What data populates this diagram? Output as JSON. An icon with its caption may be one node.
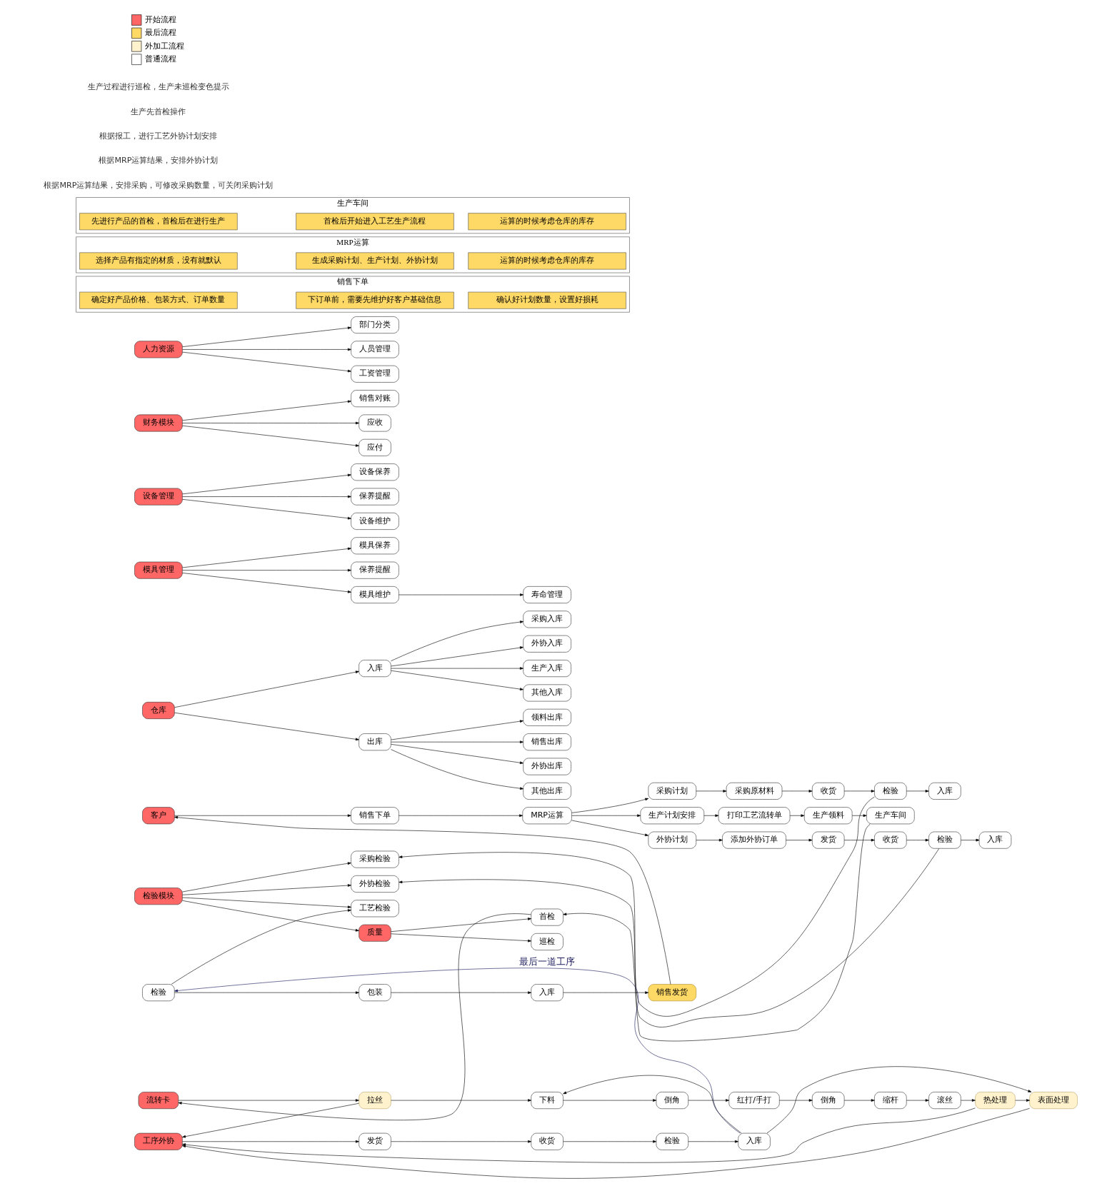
{
  "diagram": {
    "nodes": [
      {
        "text": [
          "客户"
        ]
      },
      {
        "text": [
          "销售下单"
        ]
      },
      {
        "text": [
          "MRP运算"
        ]
      },
      {
        "text": [
          "采购计划"
        ]
      },
      {
        "text": [
          "采购原材料"
        ]
      },
      {
        "text": [
          "收货"
        ]
      },
      {
        "text": [
          "检验"
        ]
      },
      {
        "text": [
          "入库"
        ]
      },
      {
        "text": [
          "生产计划安排"
        ]
      },
      {
        "text": [
          "打印工艺流转单"
        ]
      },
      {
        "text": [
          "生产领料"
        ]
      },
      {
        "text": [
          "生产车间"
        ]
      },
      {
        "text": [
          "外协计划"
        ]
      },
      {
        "text": [
          "添加外协订单"
        ]
      },
      {
        "text": [
          "发货"
        ]
      },
      {
        "text": [
          "收货"
        ]
      },
      {
        "text": [
          "检验"
        ]
      },
      {
        "text": [
          "入库"
        ]
      },
      {
        "text": [
          "工序外协"
        ]
      },
      {
        "text": [
          "发货"
        ]
      },
      {
        "text": [
          "收货"
        ]
      },
      {
        "text": [
          "检验"
        ]
      },
      {
        "text": [
          "入库"
        ]
      },
      {
        "text": [
          "流转卡"
        ]
      },
      {
        "text": [
          "拉丝"
        ]
      },
      {
        "text": [
          "下料"
        ]
      },
      {
        "text": [
          "倒角"
        ]
      },
      {
        "text": [
          "红打/手打"
        ]
      },
      {
        "text": [
          "倒角"
        ]
      },
      {
        "text": [
          "缩杆"
        ]
      },
      {
        "text": [
          "滚丝"
        ]
      },
      {
        "text": [
          "热处理"
        ]
      },
      {
        "text": [
          "表面处理"
        ]
      },
      {
        "text": [
          "检验"
        ]
      },
      {
        "text": [
          "包装"
        ]
      },
      {
        "text": [
          "入库"
        ]
      },
      {
        "text": [
          "销售发货"
        ]
      },
      {
        "text": [
          "采购检验"
        ]
      },
      {
        "text": [
          "检验模块"
        ]
      },
      {
        "text": [
          "外协检验"
        ]
      },
      {
        "text": [
          "工艺检验"
        ]
      },
      {
        "text": [
          "采购入库"
        ]
      },
      {
        "text": [
          "外协入库"
        ]
      },
      {
        "text": [
          "生产入库"
        ]
      },
      {
        "text": [
          "其他入库"
        ]
      },
      {
        "text": [
          "首检"
        ]
      },
      {
        "text": [
          "质量"
        ]
      },
      {
        "text": [
          "巡检"
        ]
      },
      {
        "text": [
          "仓库"
        ]
      },
      {
        "text": [
          "入库"
        ]
      },
      {
        "text": [
          "出库"
        ]
      },
      {
        "text": [
          "领料出库"
        ]
      },
      {
        "text": [
          "销售出库"
        ]
      },
      {
        "text": [
          "外协出库"
        ]
      },
      {
        "text": [
          "其他出库"
        ]
      },
      {
        "text": [
          "模具保养"
        ]
      },
      {
        "text": [
          "模具管理"
        ]
      },
      {
        "text": [
          "保养提醒"
        ]
      },
      {
        "text": [
          "寿命管理"
        ]
      },
      {
        "text": [
          "模具维护"
        ]
      },
      {
        "text": [
          "设备保养"
        ]
      },
      {
        "text": [
          "设备管理"
        ]
      },
      {
        "text": [
          "保养提醒"
        ]
      },
      {
        "text": [
          "设备维护"
        ]
      },
      {
        "text": [
          "销售对账"
        ]
      },
      {
        "text": [
          "财务模块"
        ]
      },
      {
        "text": [
          "应收"
        ]
      },
      {
        "text": [
          "应付"
        ]
      },
      {
        "text": [
          "部门分类"
        ]
      },
      {
        "text": [
          "人力资源"
        ]
      },
      {
        "text": [
          "人员管理"
        ]
      },
      {
        "text": [
          "工资管理"
        ]
      },
      {
        "text": [
          "销售下单"
        ]
      },
      {
        "text": [
          "确定好产品价格、包装方式、订单数量"
        ],
        "in": 72
      },
      {
        "text": [
          "下订单前，需要先维护好客户基础信息"
        ],
        "in": 72
      },
      {
        "text": [
          "确认好计划数量，设置好损耗"
        ],
        "in": 72
      },
      {
        "text": [
          "MRP运算"
        ]
      },
      {
        "text": [
          "选择产品有指定的材质，没有就默认"
        ],
        "in": 76
      },
      {
        "text": [
          "生成采购计划、生产计划、外协计划"
        ],
        "in": 76
      },
      {
        "text": [
          "运算的时候考虑仓库的库存"
        ],
        "in": 76
      },
      {
        "text": [
          "生产车间"
        ]
      },
      {
        "text": [
          "先进行产品的首检，首检后在进行生产"
        ],
        "in": 80
      },
      {
        "text": [
          "首检后开始进入工艺生产流程"
        ],
        "in": 80
      },
      {
        "text": [
          "运算的时候考虑仓库的库存"
        ],
        "in": 80
      }
    ],
    "edges": [
      {
        "from": 0,
        "to": 1,
        "arrow": "to"
      },
      {
        "from": 1,
        "to": 2,
        "arrow": "to"
      },
      {
        "from": 2,
        "to": 3,
        "arrow": "to"
      },
      {
        "from": 2,
        "to": 8,
        "arrow": "to"
      },
      {
        "from": 2,
        "to": 12,
        "arrow": "to"
      },
      {
        "from": 3,
        "to": 4,
        "arrow": "to"
      },
      {
        "from": 4,
        "to": 5,
        "arrow": "to"
      },
      {
        "from": 5,
        "to": 6,
        "arrow": "to"
      },
      {
        "from": 6,
        "to": 7,
        "arrow": "to"
      },
      {
        "from": 8,
        "to": 9,
        "arrow": "to"
      },
      {
        "from": 9,
        "to": 10,
        "arrow": "to"
      },
      {
        "from": 10,
        "to": 11,
        "arrow": "to"
      },
      {
        "from": 12,
        "to": 13,
        "arrow": "to"
      },
      {
        "from": 13,
        "to": 14,
        "arrow": "to"
      },
      {
        "from": 14,
        "to": 15,
        "arrow": "to"
      },
      {
        "from": 15,
        "to": 16,
        "arrow": "to"
      },
      {
        "from": 16,
        "to": 17,
        "arrow": "to"
      },
      {
        "from": 6,
        "to": 37,
        "arrow": "to"
      },
      {
        "from": 16,
        "to": 39,
        "arrow": "to"
      },
      {
        "from": 11,
        "to": 45,
        "arrow": "to"
      },
      {
        "from": 18,
        "to": 19,
        "arrow": "to"
      },
      {
        "from": 19,
        "to": 20,
        "arrow": "to"
      },
      {
        "from": 20,
        "to": 21,
        "arrow": "to"
      },
      {
        "from": 21,
        "to": 22,
        "arrow": "to"
      },
      {
        "from": 22,
        "to": 25,
        "arrow": "to"
      },
      {
        "from": 22,
        "to": 32,
        "arrow": "to"
      },
      {
        "from": 22,
        "to": 33,
        "arrow": "to",
        "label": "最后一道工序",
        "color": "#1a1a5c"
      },
      {
        "from": 23,
        "to": 24,
        "arrow": "to"
      },
      {
        "from": 24,
        "to": 25,
        "arrow": "to"
      },
      {
        "from": 25,
        "to": 26,
        "arrow": "to"
      },
      {
        "from": 26,
        "to": 27,
        "arrow": "to"
      },
      {
        "from": 27,
        "to": 28,
        "arrow": "to"
      },
      {
        "from": 28,
        "to": 29,
        "arrow": "to"
      },
      {
        "from": 29,
        "to": 30,
        "arrow": "to"
      },
      {
        "from": 30,
        "to": 31,
        "arrow": "to"
      },
      {
        "from": 31,
        "to": 32,
        "arrow": "to"
      },
      {
        "from": 24,
        "to": 18,
        "arrow": "to"
      },
      {
        "from": 31,
        "to": 18,
        "arrow": "to"
      },
      {
        "from": 32,
        "to": 18,
        "arrow": "to"
      },
      {
        "from": 45,
        "to": 23,
        "arrow": "to"
      },
      {
        "from": 33,
        "to": 34,
        "arrow": "to"
      },
      {
        "from": 34,
        "to": 35,
        "arrow": "to"
      },
      {
        "from": 35,
        "to": 36,
        "arrow": "to"
      },
      {
        "from": 36,
        "to": 0,
        "arrow": "to"
      },
      {
        "from": 33,
        "to": 40,
        "arrow": "to"
      },
      {
        "from": 38,
        "to": 37,
        "arrow": "to"
      },
      {
        "from": 38,
        "to": 39,
        "arrow": "to"
      },
      {
        "from": 38,
        "to": 40,
        "arrow": "to"
      },
      {
        "from": 38,
        "to": 46,
        "arrow": "to"
      },
      {
        "from": 46,
        "to": 45,
        "arrow": "to"
      },
      {
        "from": 46,
        "to": 47,
        "arrow": "to"
      },
      {
        "from": 48,
        "to": 49,
        "arrow": "to"
      },
      {
        "from": 48,
        "to": 50,
        "arrow": "to"
      },
      {
        "from": 49,
        "to": 41,
        "arrow": "to"
      },
      {
        "from": 49,
        "to": 42,
        "arrow": "to"
      },
      {
        "from": 49,
        "to": 43,
        "arrow": "to"
      },
      {
        "from": 49,
        "to": 44,
        "arrow": "to"
      },
      {
        "from": 50,
        "to": 51,
        "arrow": "to"
      },
      {
        "from": 50,
        "to": 52,
        "arrow": "to"
      },
      {
        "from": 50,
        "to": 53,
        "arrow": "to"
      },
      {
        "from": 50,
        "to": 54,
        "arrow": "to"
      },
      {
        "from": 56,
        "to": 55,
        "arrow": "to"
      },
      {
        "from": 56,
        "to": 57,
        "arrow": "to"
      },
      {
        "from": 56,
        "to": 59,
        "arrow": "to"
      },
      {
        "from": 59,
        "to": 58,
        "arrow": "to"
      },
      {
        "from": 61,
        "to": 60,
        "arrow": "to"
      },
      {
        "from": 61,
        "to": 62,
        "arrow": "to"
      },
      {
        "from": 61,
        "to": 63,
        "arrow": "to"
      },
      {
        "from": 65,
        "to": 64,
        "arrow": "to"
      },
      {
        "from": 65,
        "to": 66,
        "arrow": "to"
      },
      {
        "from": 65,
        "to": 67,
        "arrow": "to"
      },
      {
        "from": 69,
        "to": 68,
        "arrow": "to"
      },
      {
        "from": 69,
        "to": 70,
        "arrow": "to"
      },
      {
        "from": 69,
        "to": 71,
        "arrow": "to"
      }
    ],
    "labels": [
      "根据MRP运算结果，安排采购，可修改采购数量，可关闭采购计划",
      "根据MRP运算结果，安排外协计划",
      "根据报工，进行工艺外协计划安排",
      "生产先首检操作",
      "生产过程进行巡检，生产未巡检变色提示"
    ],
    "legend": [
      {
        "text": "开始流程",
        "color": "#ff6666"
      },
      {
        "text": "最后流程",
        "color": "#ffd966"
      },
      {
        "text": "外加工流程",
        "color": "#fff2cc"
      },
      {
        "text": "普通流程",
        "color": "#ffffff"
      }
    ]
  }
}
